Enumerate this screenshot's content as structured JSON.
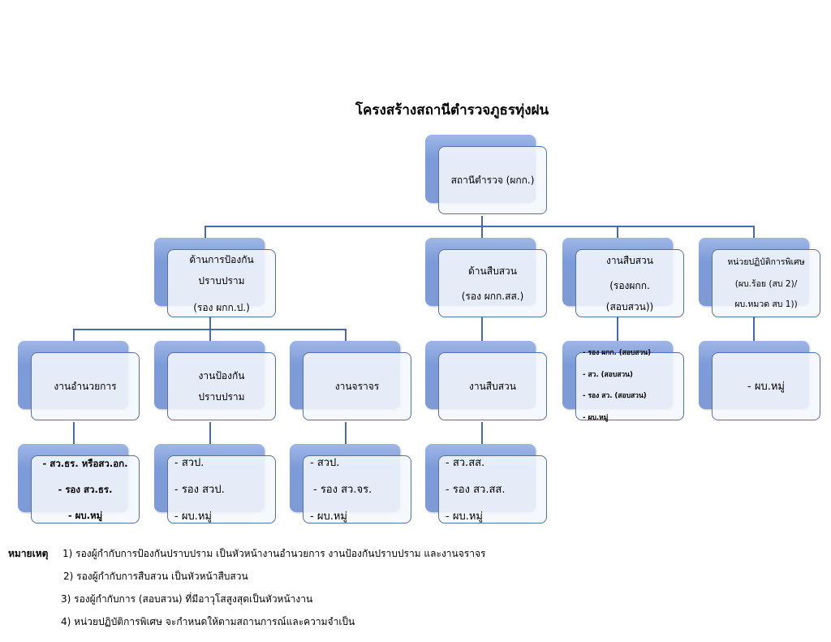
{
  "title": "โครงสร้างสถานีตำรวจภูธรทุ่งฝน",
  "colors": {
    "box_shadow": "#7d9bd8",
    "box_border": "#5471ac",
    "box_fill": "#f4f7fd",
    "connector": "#4a6aa5"
  },
  "root": {
    "lines": [
      "สถานีตำรวจ (ผกก.)"
    ]
  },
  "level2": [
    {
      "id": "prevention",
      "lines": [
        "ด้านการป้องกัน",
        "ปราบปราม",
        "(รอง ผกก.ป.)"
      ]
    },
    {
      "id": "investigation",
      "lines": [
        "ด้านสืบสวน",
        "(รอง ผกก.สส.)"
      ]
    },
    {
      "id": "inquiry",
      "lines": [
        "งานสืบสวน",
        "(รองผกก.",
        "(สอบสวน))"
      ]
    },
    {
      "id": "special",
      "lines": [
        "หน่วยปฏิบัติการพิเศษ",
        "(ผบ.ร้อย (สบ 2)/",
        "ผบ.หมวด สบ 1))"
      ]
    }
  ],
  "level3": [
    {
      "id": "admin",
      "lines": [
        "งานอำนวยการ"
      ]
    },
    {
      "id": "crime-prevention",
      "lines": [
        "งานป้องกัน",
        "ปราบปราม"
      ]
    },
    {
      "id": "traffic",
      "lines": [
        "งานจราจร"
      ]
    },
    {
      "id": "investigation-work",
      "lines": [
        "งานสืบสวน"
      ]
    },
    {
      "id": "inquiry-staff",
      "lines": [
        "- รอง ผกก. (สอบสวน)",
        "- สว. (สอบสวน)",
        "- รอง สว. (สอบสวน)",
        "- ผบ.หมู่"
      ]
    },
    {
      "id": "special-staff",
      "lines": [
        "- ผบ.หมู่"
      ]
    }
  ],
  "level4": [
    {
      "id": "admin-staff",
      "lines": [
        "- สว.ธร. หรือสว.อก.",
        "- รอง สว.ธร.",
        "- ผบ.หมู่"
      ]
    },
    {
      "id": "prevention-staff",
      "lines": [
        "- สวป.",
        "- รอง สวป.",
        "- ผบ.หมู่"
      ]
    },
    {
      "id": "traffic-staff",
      "lines": [
        "- สวป.",
        "- รอง สว.จร.",
        "- ผบ.หมู่"
      ]
    },
    {
      "id": "investigation-staff",
      "lines": [
        "- สว.สส.",
        "- รอง สว.สส.",
        "- ผบ.หมู่"
      ]
    }
  ],
  "notes": {
    "label": "หมายเหตุ",
    "items": [
      "1) รองผู้กำกับการป้องกันปราบปราม เป็นหัวหน้างานอำนวยการ งานป้องกันปราบปราม และงานจราจร",
      "2) รองผู้กำกับการสืบสวน เป็นหัวหน้าสืบสวน",
      "3) รองผู้กำกับการ (สอบสวน) ที่มีอาวุโสสูงสุดเป็นหัวหน้างาน",
      "4) หน่วยปฏิบัติการพิเศษ จะกำหนดให้ตามสถานการณ์และความจำเป็น"
    ]
  }
}
